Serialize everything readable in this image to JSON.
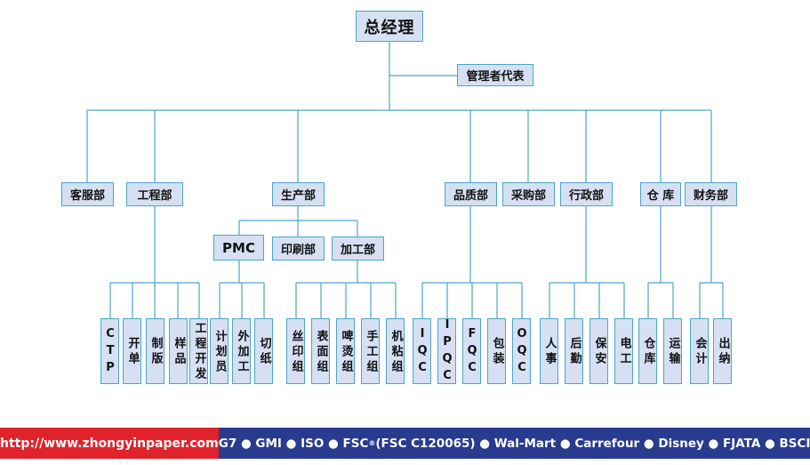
{
  "org": {
    "root": "总经理",
    "assistant": "管理者代表",
    "departments": [
      {
        "id": "kefu",
        "label": "客服部",
        "children": []
      },
      {
        "id": "gongcheng",
        "label": "工程部",
        "children": [
          "CTP",
          "开单",
          "制版",
          "样品",
          "工程开发"
        ]
      },
      {
        "id": "shengchan",
        "label": "生产部",
        "children": [
          {
            "id": "pmc",
            "label": "PMC",
            "children": [
              "计划员",
              "外加工",
              "切纸"
            ]
          },
          {
            "id": "yinshua",
            "label": "印刷部",
            "children": []
          },
          {
            "id": "jiagong",
            "label": "加工部",
            "children": [
              "丝印组",
              "表面组",
              "啤烫组",
              "手工组",
              "机粘组"
            ]
          }
        ]
      },
      {
        "id": "pinzhi",
        "label": "品质部",
        "children": [
          "IQC",
          "IPQC",
          "FQC",
          "包装",
          "OQC"
        ]
      },
      {
        "id": "caigou",
        "label": "采购部",
        "children": []
      },
      {
        "id": "xingzheng",
        "label": "行政部",
        "children": [
          "人事",
          "后勤",
          "保安",
          "电工"
        ]
      },
      {
        "id": "cangku",
        "label": "仓 库",
        "children": [
          "仓库",
          "运输"
        ]
      },
      {
        "id": "caiwu",
        "label": "财务部",
        "children": [
          "会计",
          "出纳"
        ]
      }
    ]
  },
  "footer": {
    "url": "http://www.zhongyinpaper.com",
    "certs_before": "G7 ● GMI ● ISO ● FSC",
    "certs_sup": "®",
    "certs_after": " (FSC C120065) ● Wal-Mart ● Carrefour ● Disney ● FJATA ● BSCI"
  },
  "colors": {
    "line": "#4aa6c9",
    "box_fill": "#d6e0f2",
    "url_bg": "#e0232b",
    "certs_bg": "#283b8f"
  }
}
